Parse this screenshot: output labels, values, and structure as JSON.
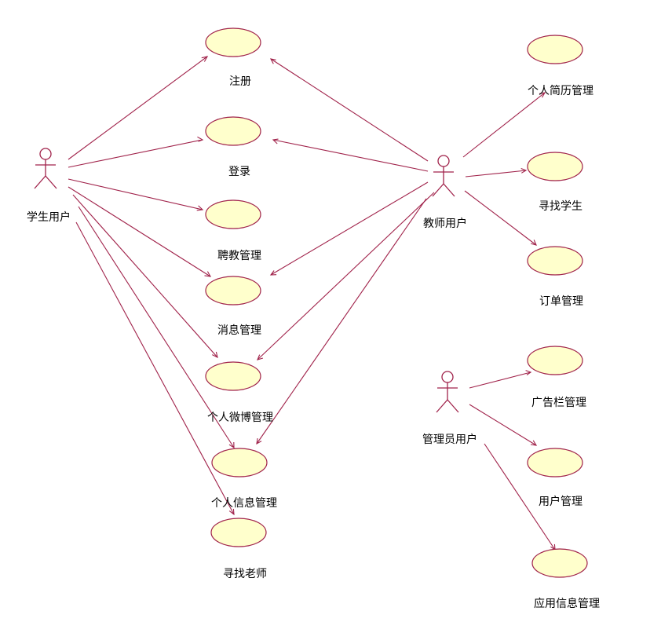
{
  "colors": {
    "line": "#a0224a",
    "usecase_fill": "#ffffcc",
    "background": "#ffffff"
  },
  "actors": {
    "student": "学生用户",
    "teacher": "教师用户",
    "admin": "管理员用户"
  },
  "usecases": {
    "register": "注册",
    "login": "登录",
    "hire": "聘教管理",
    "message": "消息管理",
    "weibo": "个人微博管理",
    "profile": "个人信息管理",
    "find_teacher": "寻找老师",
    "resume": "个人简历管理",
    "find_student": "寻找学生",
    "order": "订单管理",
    "ad": "广告栏管理",
    "user_mgmt": "用户管理",
    "app_info": "应用信息管理"
  },
  "associations": [
    [
      "student",
      "register"
    ],
    [
      "student",
      "login"
    ],
    [
      "student",
      "hire"
    ],
    [
      "student",
      "message"
    ],
    [
      "student",
      "weibo"
    ],
    [
      "student",
      "profile"
    ],
    [
      "student",
      "find_teacher"
    ],
    [
      "teacher",
      "register"
    ],
    [
      "teacher",
      "login"
    ],
    [
      "teacher",
      "message"
    ],
    [
      "teacher",
      "weibo"
    ],
    [
      "teacher",
      "profile"
    ],
    [
      "teacher",
      "resume"
    ],
    [
      "teacher",
      "find_student"
    ],
    [
      "teacher",
      "order"
    ],
    [
      "admin",
      "ad"
    ],
    [
      "admin",
      "user_mgmt"
    ],
    [
      "admin",
      "app_info"
    ]
  ]
}
